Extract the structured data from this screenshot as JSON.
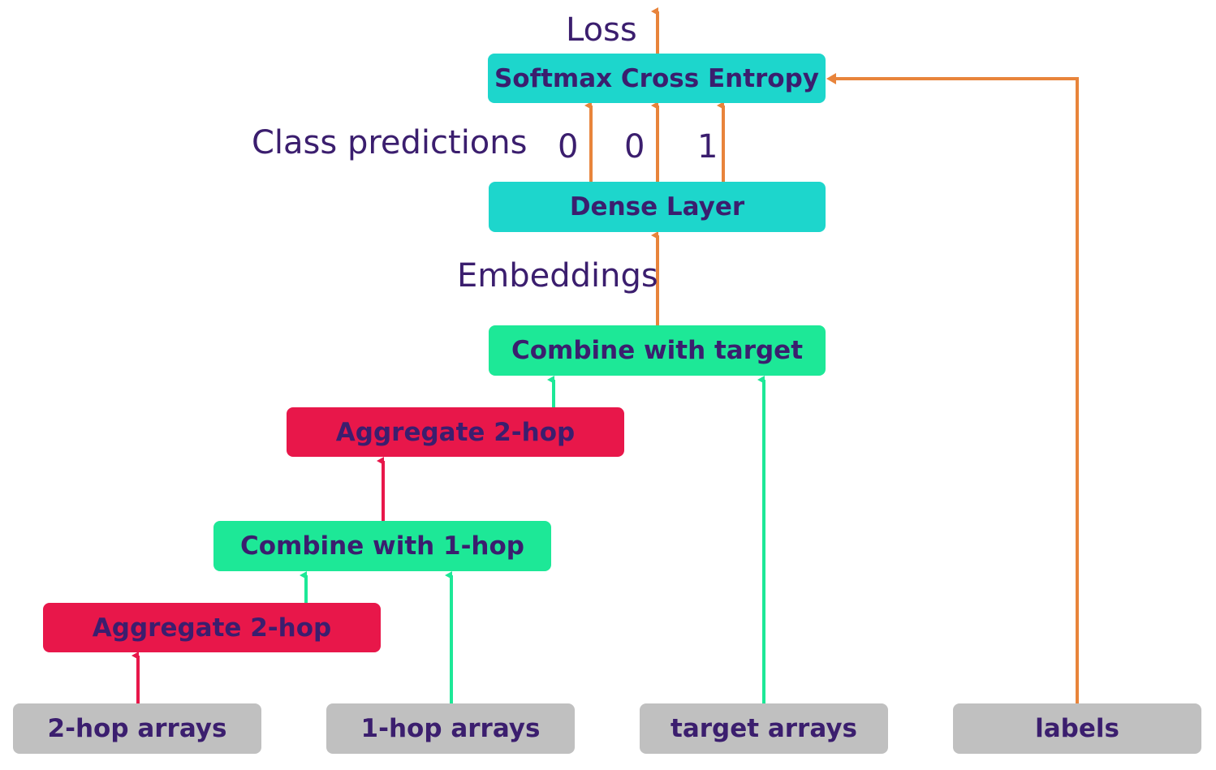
{
  "nodes": {
    "softmax": "Softmax Cross Entropy",
    "dense": "Dense Layer",
    "combine_target": "Combine with target",
    "aggregate_upper": "Aggregate 2-hop",
    "combine_1hop": "Combine with 1-hop",
    "aggregate_lower": "Aggregate 2-hop",
    "input_2hop": "2-hop arrays",
    "input_1hop": "1-hop arrays",
    "input_target": "target arrays",
    "input_labels": "labels"
  },
  "labels": {
    "loss": "Loss",
    "class_predictions": "Class predictions",
    "embeddings": "Embeddings"
  },
  "predictions": [
    "0",
    "0",
    "1"
  ],
  "colors": {
    "cyan": "#1dd6cc",
    "green": "#1de897",
    "red": "#e8174a",
    "grey": "#c0c0c0",
    "orange": "#e8843b",
    "text": "#3b1e6e"
  }
}
